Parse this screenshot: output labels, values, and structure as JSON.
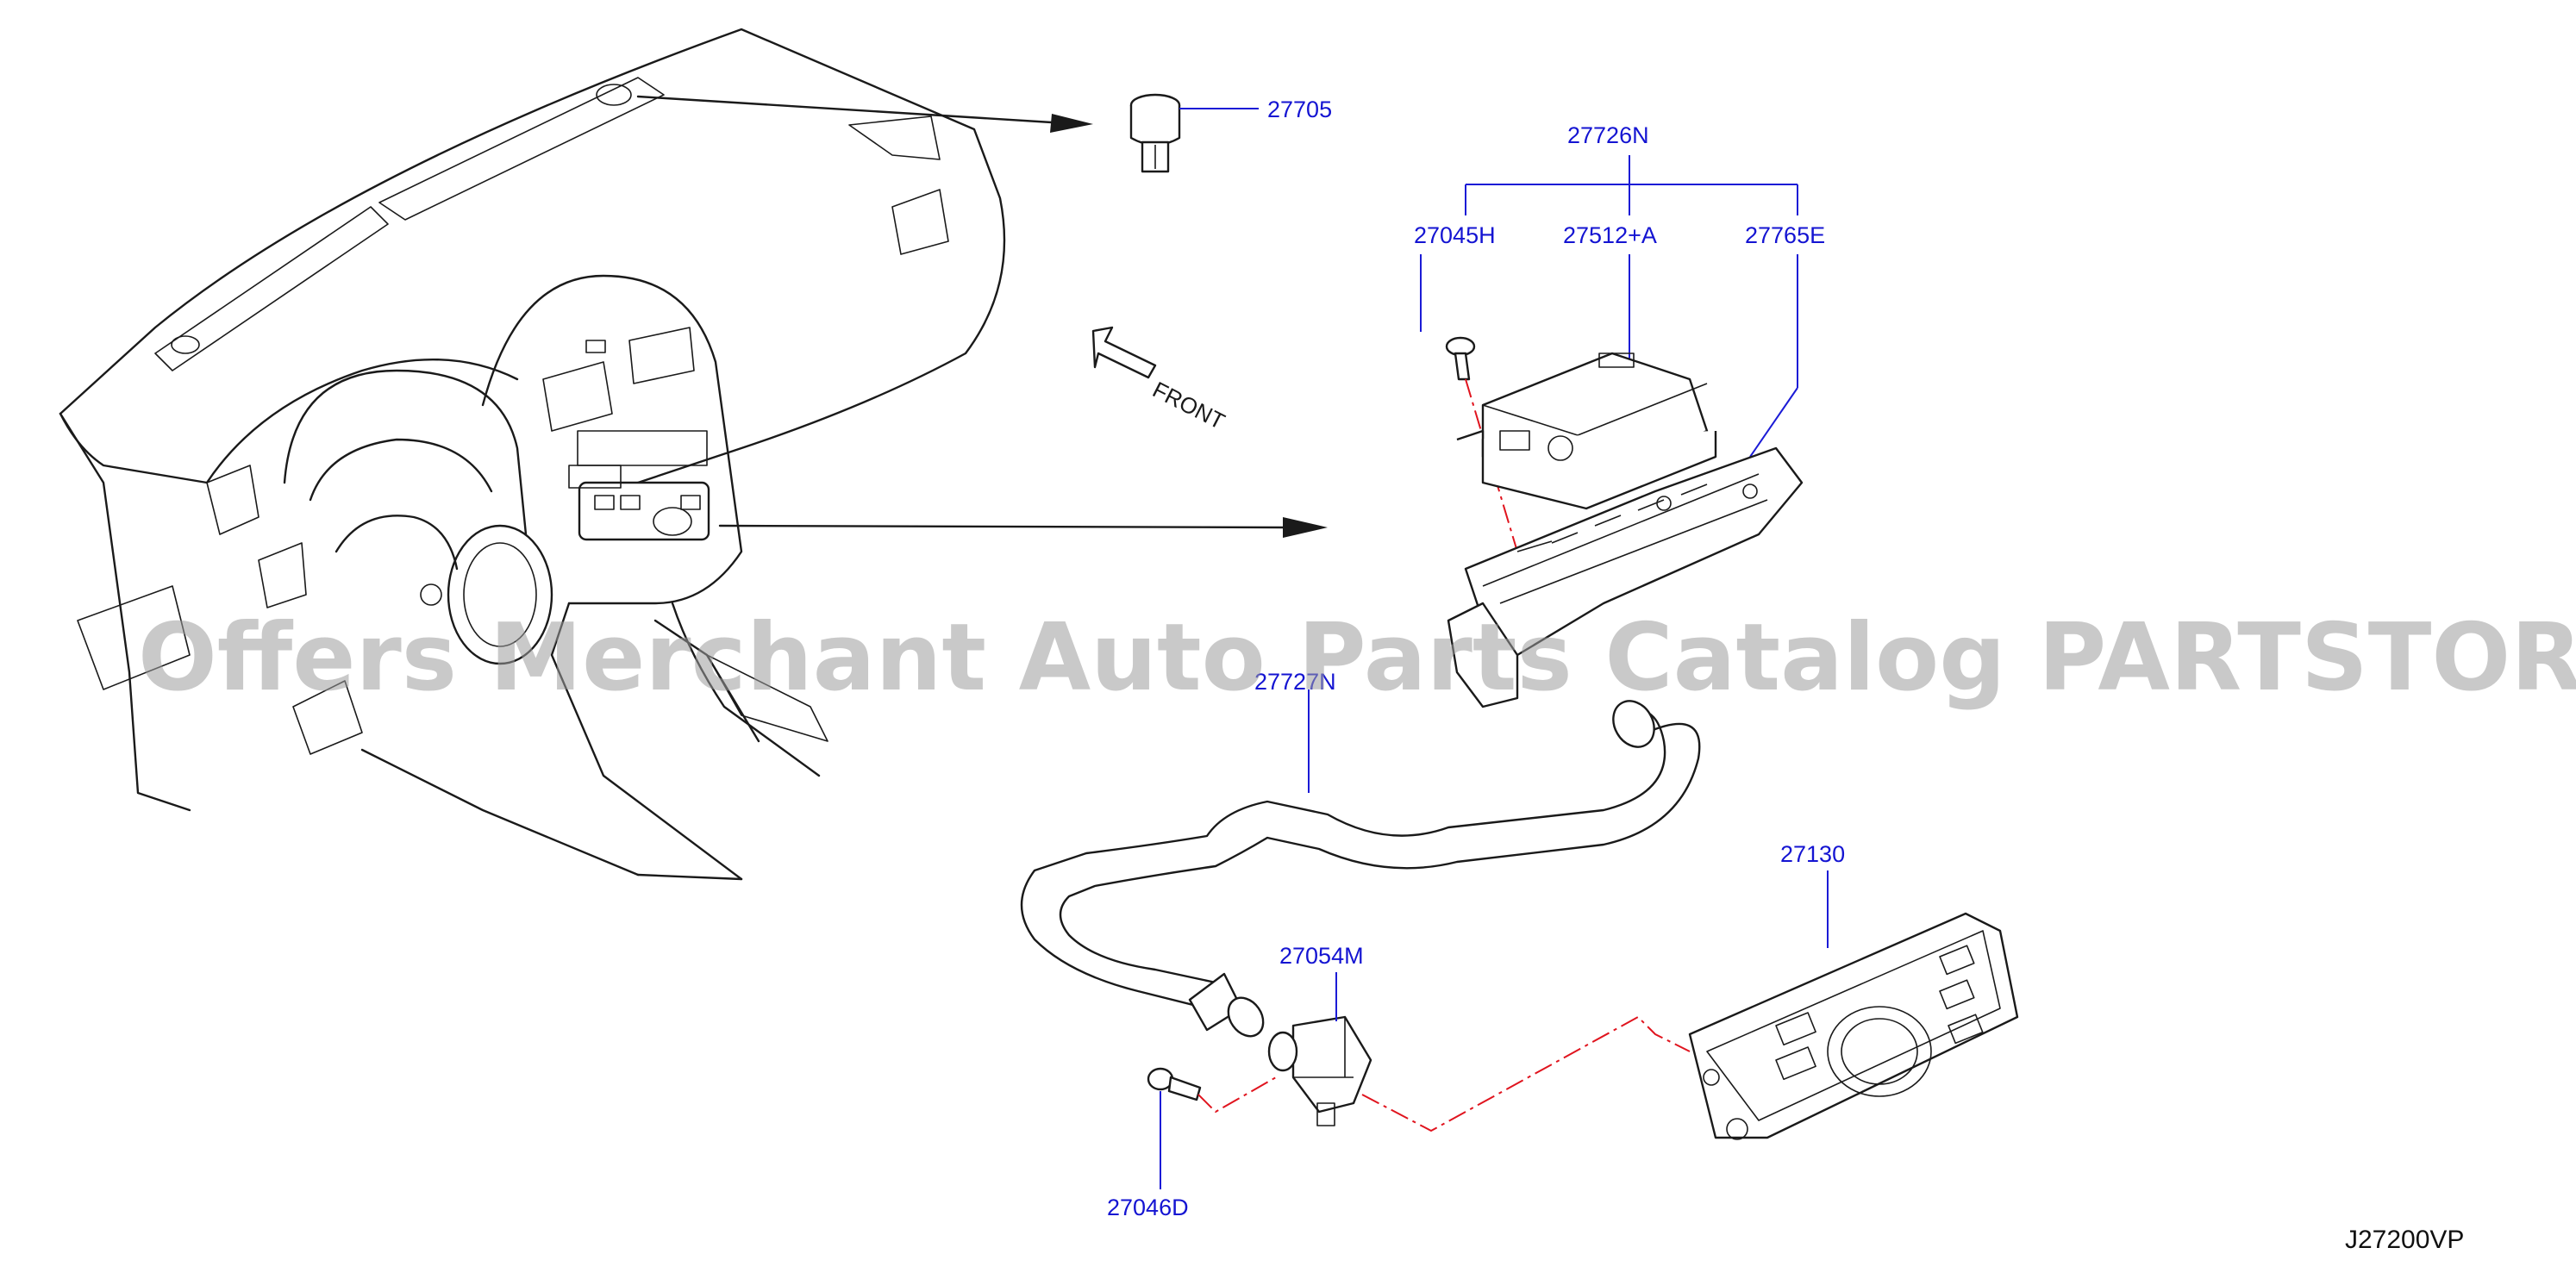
{
  "diagram": {
    "part_labels": {
      "p27705": "27705",
      "p27726N": "27726N",
      "p27045H": "27045H",
      "p27512A": "27512+A",
      "p27765E": "27765E",
      "p27727N": "27727N",
      "p27130": "27130",
      "p27054M": "27054M",
      "p27046D": "27046D"
    },
    "direction_label": "FRONT",
    "reference_code": "J27200VP",
    "watermark": "Offers Merchant Auto Parts Catalog PARTSTORE.SA",
    "colors": {
      "part_number": "#1414d2",
      "leader_line": "#1b1bd6",
      "assembly_line": "#e0141e",
      "drawing": "#1a1a1a"
    }
  }
}
